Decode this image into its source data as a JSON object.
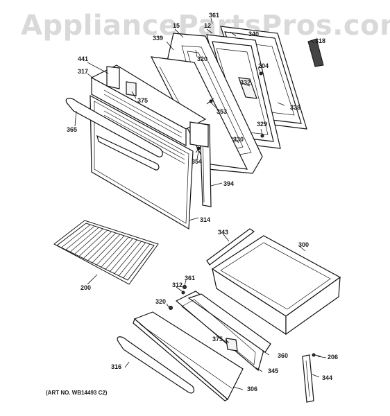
{
  "watermark": "AppliancePartsPros.com",
  "art_number": "(ART NO. WB14493 C2)",
  "callouts": [
    {
      "id": "361a",
      "text": "361"
    },
    {
      "id": "15",
      "text": "15"
    },
    {
      "id": "12",
      "text": "12"
    },
    {
      "id": "340",
      "text": "340"
    },
    {
      "id": "318",
      "text": "318"
    },
    {
      "id": "339",
      "text": "339"
    },
    {
      "id": "441",
      "text": "441"
    },
    {
      "id": "320a",
      "text": "320"
    },
    {
      "id": "204",
      "text": "204"
    },
    {
      "id": "317",
      "text": "317"
    },
    {
      "id": "332",
      "text": "332"
    },
    {
      "id": "375a",
      "text": "375"
    },
    {
      "id": "353",
      "text": "353"
    },
    {
      "id": "338",
      "text": "338"
    },
    {
      "id": "365",
      "text": "365"
    },
    {
      "id": "329",
      "text": "329"
    },
    {
      "id": "330",
      "text": "330"
    },
    {
      "id": "354",
      "text": "354"
    },
    {
      "id": "394",
      "text": "394"
    },
    {
      "id": "314",
      "text": "314"
    },
    {
      "id": "343",
      "text": "343"
    },
    {
      "id": "300",
      "text": "300"
    },
    {
      "id": "200",
      "text": "200"
    },
    {
      "id": "361b",
      "text": "361"
    },
    {
      "id": "312",
      "text": "312"
    },
    {
      "id": "320b",
      "text": "320"
    },
    {
      "id": "375b",
      "text": "375"
    },
    {
      "id": "360",
      "text": "360"
    },
    {
      "id": "206",
      "text": "206"
    },
    {
      "id": "316",
      "text": "316"
    },
    {
      "id": "345",
      "text": "345"
    },
    {
      "id": "344",
      "text": "344"
    },
    {
      "id": "306",
      "text": "306"
    }
  ]
}
